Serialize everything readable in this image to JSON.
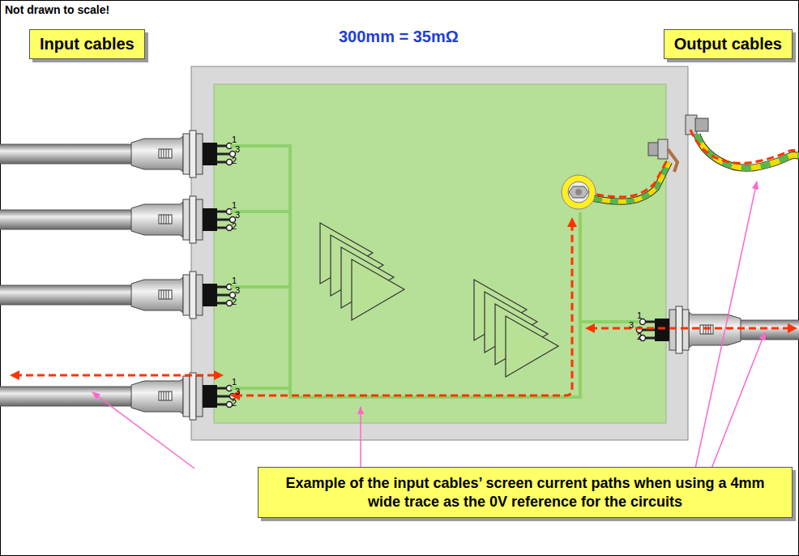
{
  "diagram": {
    "nodes": [
      {
        "text": [
          "Input cables"
        ]
      },
      {
        "text": [
          "Output cables"
        ]
      },
      {
        "text": [
          "Example of the input cables’ screen current paths when using a 4mm wide trace as the 0V reference for the circuits"
        ]
      }
    ],
    "labels": [
      "Not drawn to scale!",
      "300mm = 35mΩ",
      "1",
      "3",
      "2",
      "1",
      "3",
      "2",
      "1",
      "3",
      "2",
      "1",
      "3",
      "2",
      "1",
      "3",
      "2"
    ]
  }
}
